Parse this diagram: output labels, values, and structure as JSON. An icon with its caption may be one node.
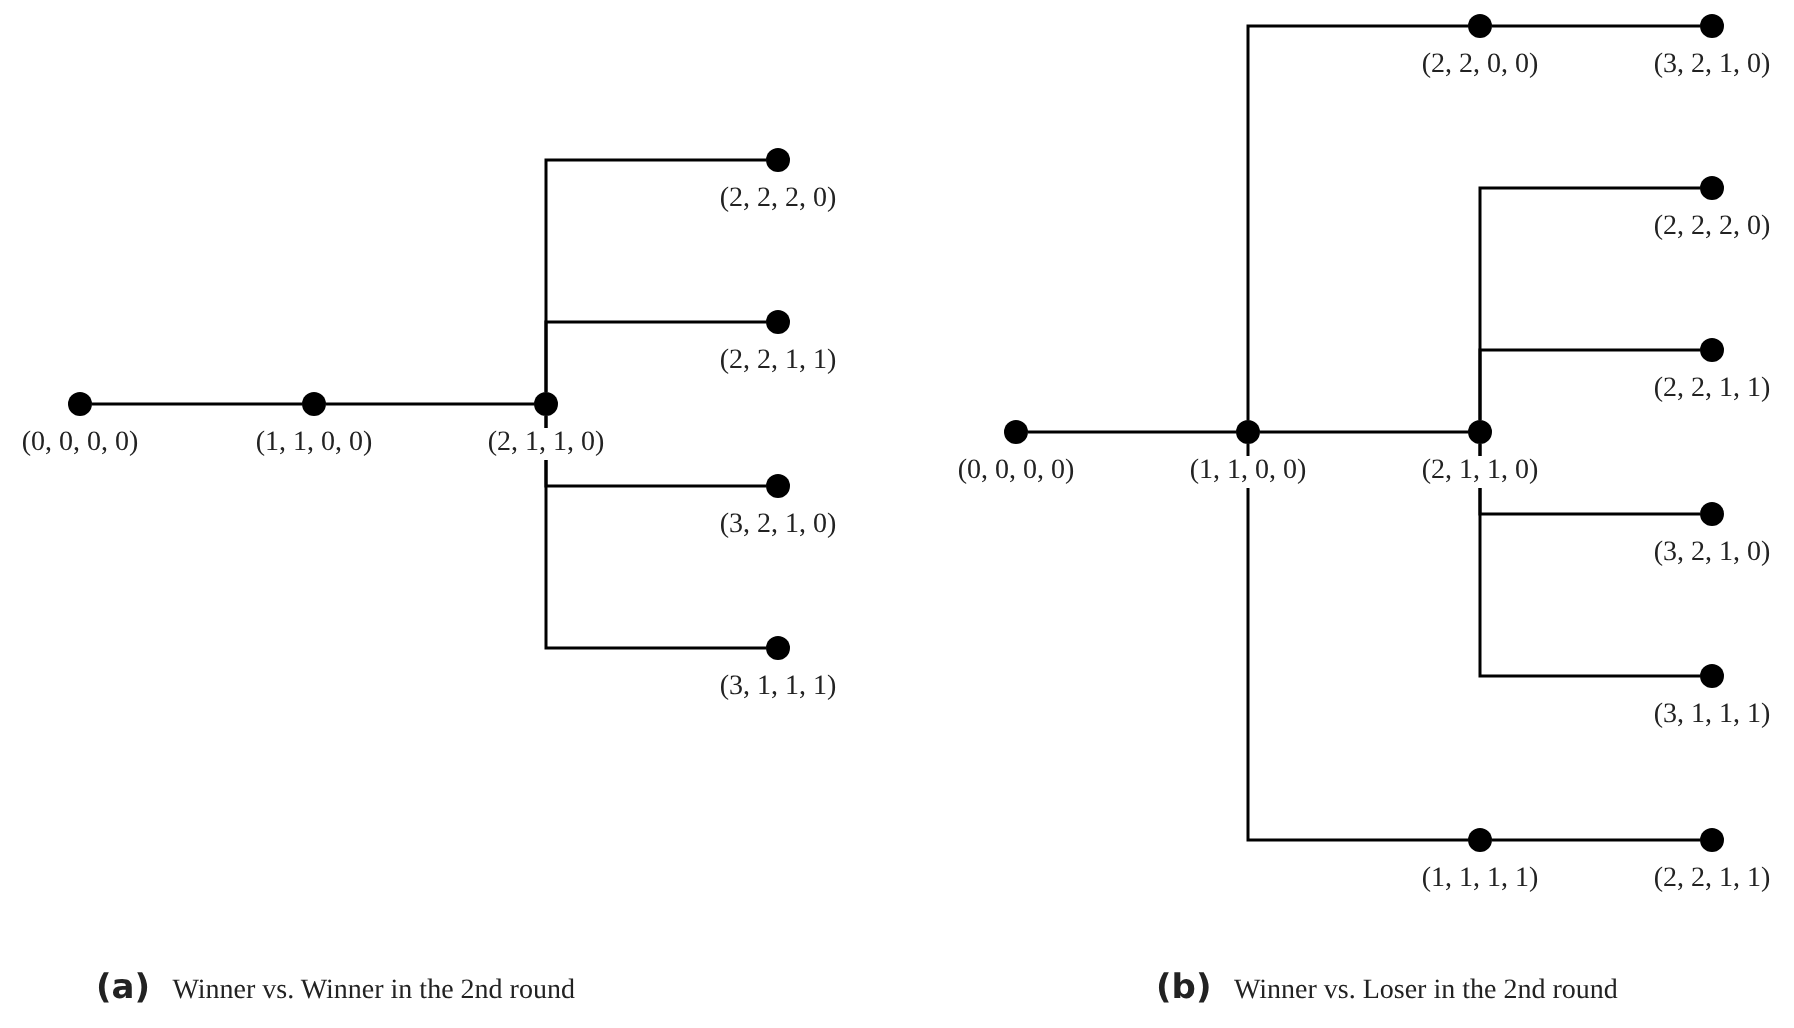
{
  "diagram": {
    "nodes": [
      {
        "text": [
          "(0, 0, 0, 0)"
        ]
      },
      {
        "text": [
          "(1, 1, 0, 0)"
        ]
      },
      {
        "text": [
          "(2, 1, 1, 0)"
        ]
      },
      {
        "text": [
          "(2, 2, 2, 0)"
        ]
      },
      {
        "text": [
          "(2, 2, 1, 1)"
        ]
      },
      {
        "text": [
          "(3, 2, 1, 0)"
        ]
      },
      {
        "text": [
          "(3, 1, 1, 1)"
        ]
      },
      {
        "text": [
          "(0, 0, 0, 0)"
        ]
      },
      {
        "text": [
          "(1, 1, 0, 0)"
        ]
      },
      {
        "text": [
          "(2, 1, 1, 0)"
        ]
      },
      {
        "text": [
          "(2, 2, 0, 0)"
        ]
      },
      {
        "text": [
          "(3, 2, 1, 0)"
        ]
      },
      {
        "text": [
          "(2, 2, 2, 0)"
        ]
      },
      {
        "text": [
          "(2, 2, 1, 1)"
        ]
      },
      {
        "text": [
          "(3, 2, 1, 0)"
        ]
      },
      {
        "text": [
          "(3, 1, 1, 1)"
        ]
      },
      {
        "text": [
          "(1, 1, 1, 1)"
        ]
      },
      {
        "text": [
          "(2, 2, 1, 1)"
        ]
      }
    ],
    "edges": [
      {
        "from": 0,
        "to": 1,
        "arrow": "none"
      },
      {
        "from": 1,
        "to": 2,
        "arrow": "none"
      },
      {
        "from": 2,
        "to": 3,
        "arrow": "none"
      },
      {
        "from": 2,
        "to": 4,
        "arrow": "none"
      },
      {
        "from": 2,
        "to": 5,
        "arrow": "none"
      },
      {
        "from": 2,
        "to": 6,
        "arrow": "none"
      },
      {
        "from": 7,
        "to": 8,
        "arrow": "none"
      },
      {
        "from": 8,
        "to": 9,
        "arrow": "none"
      },
      {
        "from": 8,
        "to": 10,
        "arrow": "none"
      },
      {
        "from": 10,
        "to": 11,
        "arrow": "none"
      },
      {
        "from": 9,
        "to": 12,
        "arrow": "none"
      },
      {
        "from": 9,
        "to": 13,
        "arrow": "none"
      },
      {
        "from": 9,
        "to": 14,
        "arrow": "none"
      },
      {
        "from": 9,
        "to": 15,
        "arrow": "none"
      },
      {
        "from": 8,
        "to": 16,
        "arrow": "none"
      },
      {
        "from": 16,
        "to": 17,
        "arrow": "none"
      }
    ],
    "labels": [
      "**(a)** Winner vs. Winner in the 2nd round",
      "**(b)** Winner vs. Loser in the 2nd round"
    ]
  }
}
